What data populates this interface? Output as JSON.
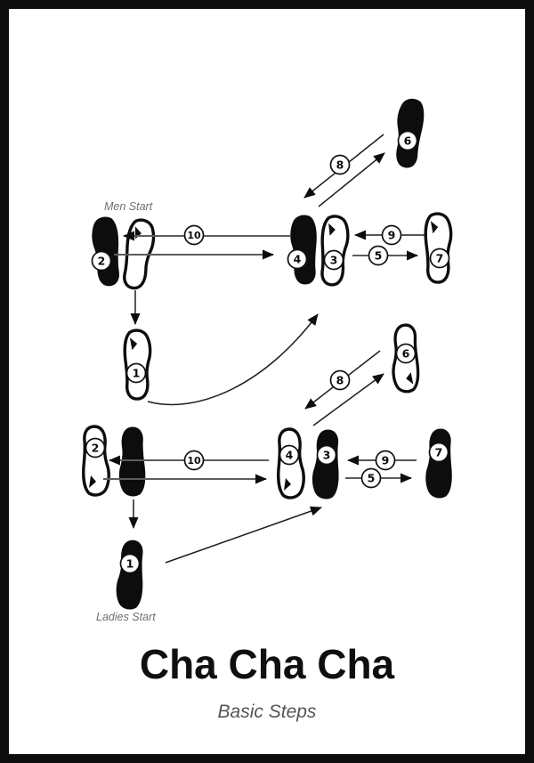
{
  "title": "Cha Cha Cha",
  "subtitle": "Basic Steps",
  "men": {
    "start_label": "Men Start",
    "step_numbers": [
      "1",
      "2",
      "3",
      "4",
      "5",
      "6",
      "7",
      "8",
      "9",
      "10"
    ]
  },
  "ladies": {
    "start_label": "Ladies Start",
    "step_numbers": [
      "1",
      "2",
      "3",
      "4",
      "5",
      "6",
      "7",
      "8",
      "9",
      "10"
    ]
  },
  "colors": {
    "ink": "#0d0d0d",
    "arrow_dark": "#1f1f1f",
    "arrow_gray": "#5d5d5d",
    "label_gray": "#6f6f6f",
    "background": "#ffffff"
  }
}
